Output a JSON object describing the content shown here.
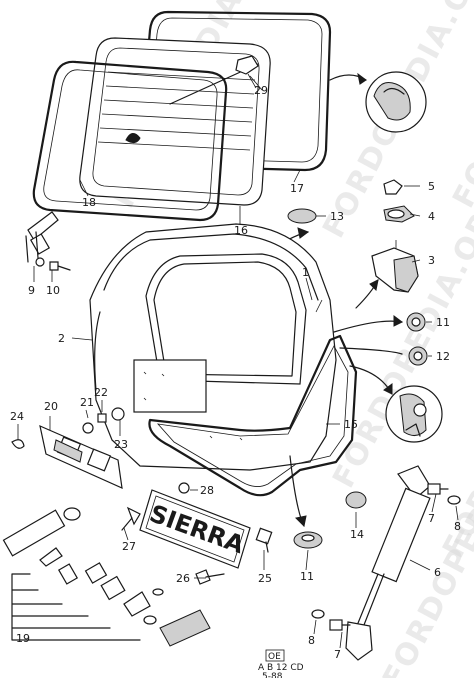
{
  "watermarks": [
    "FORDOPEDIA.ORG",
    "FORDOPEDIA.ORG",
    "FORDOPEDIA.ORG",
    "FORDOPEDIA.ORG",
    "FORDOPEDIA.ORG",
    "FORDOPEDIA.ORG"
  ],
  "plate_text": "SIERRA",
  "callouts": {
    "c1": "1",
    "c2": "2",
    "c3": "3",
    "c4": "4",
    "c5": "5",
    "c6": "6",
    "c7a": "7",
    "c7b": "7",
    "c8a": "8",
    "c8b": "8",
    "c9": "9",
    "c10": "10",
    "c11a": "11",
    "c11b": "11",
    "c12": "12",
    "c13": "13",
    "c14": "14",
    "c15": "15",
    "c16": "16",
    "c17": "17",
    "c18": "18",
    "c19": "19",
    "c20": "20",
    "c21": "21",
    "c22": "22",
    "c23": "23",
    "c24": "24",
    "c25": "25",
    "c26": "26",
    "c27": "27",
    "c28": "28",
    "c29": "29"
  },
  "reference": {
    "box": "OE",
    "code": "A  B 12 CD",
    "date": "5-88"
  }
}
